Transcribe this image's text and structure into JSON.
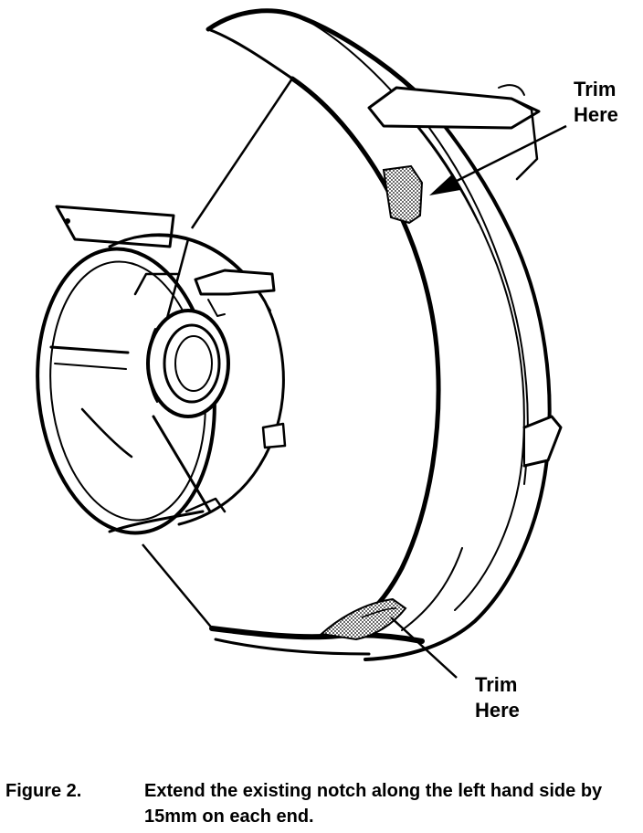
{
  "callouts": {
    "top": {
      "line1": "Trim",
      "line2": "Here"
    },
    "bottom": {
      "line1": "Trim",
      "line2": "Here"
    }
  },
  "caption": {
    "label": "Figure 2.",
    "text": "Extend the existing notch along the left hand side by 15mm on each end."
  },
  "colors": {
    "ink": "#000000",
    "paper": "#ffffff",
    "shade": "#b8b8b8"
  }
}
